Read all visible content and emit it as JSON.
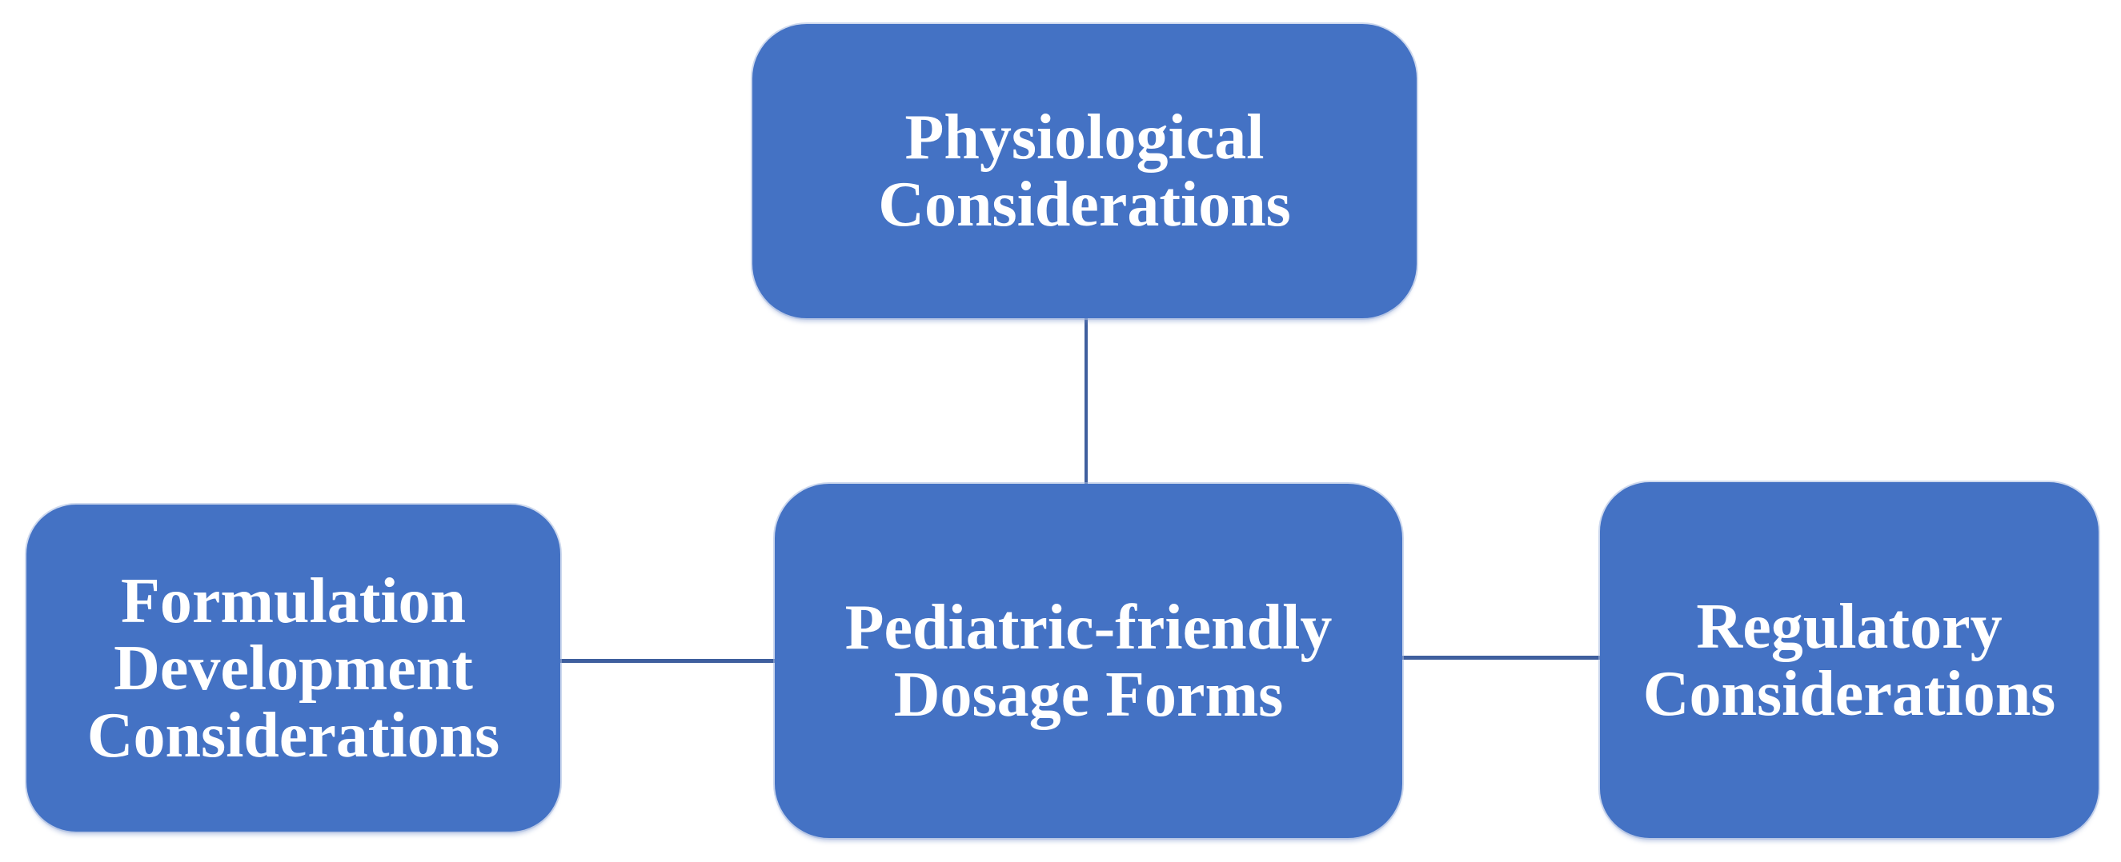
{
  "diagram": {
    "type": "concept-map",
    "background": "#FFFFFF",
    "colors": {
      "box_fill": "#4472C4",
      "box_edge": "#A6BAE0",
      "connector": "#3F5F9E",
      "label_text": "#FFFFFF",
      "background": "#FFFFFF"
    },
    "nodes": [
      {
        "id": "physiological-considerations",
        "position": "top",
        "label": "Physiological\nConsiderations"
      },
      {
        "id": "formulation-development-considerations",
        "position": "left",
        "label": "Formulation\nDevelopment\nConsiderations"
      },
      {
        "id": "pediatric-friendly-dosage-forms",
        "position": "center",
        "label": "Pediatric-friendly\nDosage Forms"
      },
      {
        "id": "regulatory-considerations",
        "position": "right",
        "label": "Regulatory\nConsiderations"
      }
    ],
    "connectors": [
      {
        "from": "physiological-considerations",
        "to": "pediatric-friendly-dosage-forms",
        "orientation": "vertical"
      },
      {
        "from": "formulation-development-considerations",
        "to": "pediatric-friendly-dosage-forms",
        "orientation": "horizontal"
      },
      {
        "from": "regulatory-considerations",
        "to": "pediatric-friendly-dosage-forms",
        "orientation": "horizontal"
      }
    ]
  }
}
